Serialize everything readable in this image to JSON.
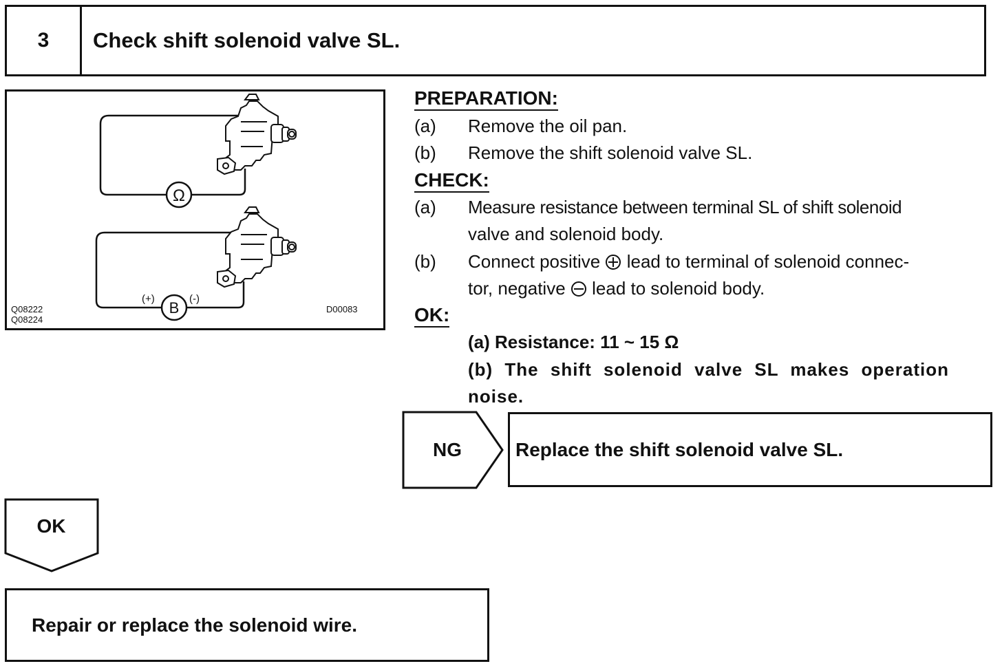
{
  "step": {
    "number": "3",
    "title": "Check shift solenoid valve SL."
  },
  "figure": {
    "codes_left": [
      "Q08222",
      "Q08224"
    ],
    "code_right": "D00083",
    "ohm_symbol": "Ω",
    "battery_label": "B",
    "plus_label": "(+)",
    "minus_label": "(-)"
  },
  "preparation": {
    "heading": "PREPARATION:",
    "items": [
      {
        "label": "(a)",
        "text": "Remove the oil pan."
      },
      {
        "label": "(b)",
        "text": "Remove the shift solenoid valve SL."
      }
    ]
  },
  "check": {
    "heading": "CHECK:",
    "items": [
      {
        "label": "(a)",
        "line1": "Measure resistance between terminal SL of shift solenoid",
        "line2": "valve and solenoid body."
      },
      {
        "label": "(b)",
        "line1_a": "Connect positive",
        "line1_b": "lead to terminal of solenoid connec-",
        "line2_a": "tor, negative",
        "line2_b": "lead to solenoid body."
      }
    ]
  },
  "ok": {
    "heading": "OK:",
    "spec_a": "(a) Resistance: 11 ~ 15 Ω",
    "spec_b_line1": "(b) The shift solenoid valve SL makes operation",
    "spec_b_line2": "noise."
  },
  "ng_branch": {
    "label": "NG",
    "action": "Replace the shift solenoid valve SL."
  },
  "ok_branch": {
    "label": "OK",
    "action": "Repair or replace the solenoid wire."
  }
}
